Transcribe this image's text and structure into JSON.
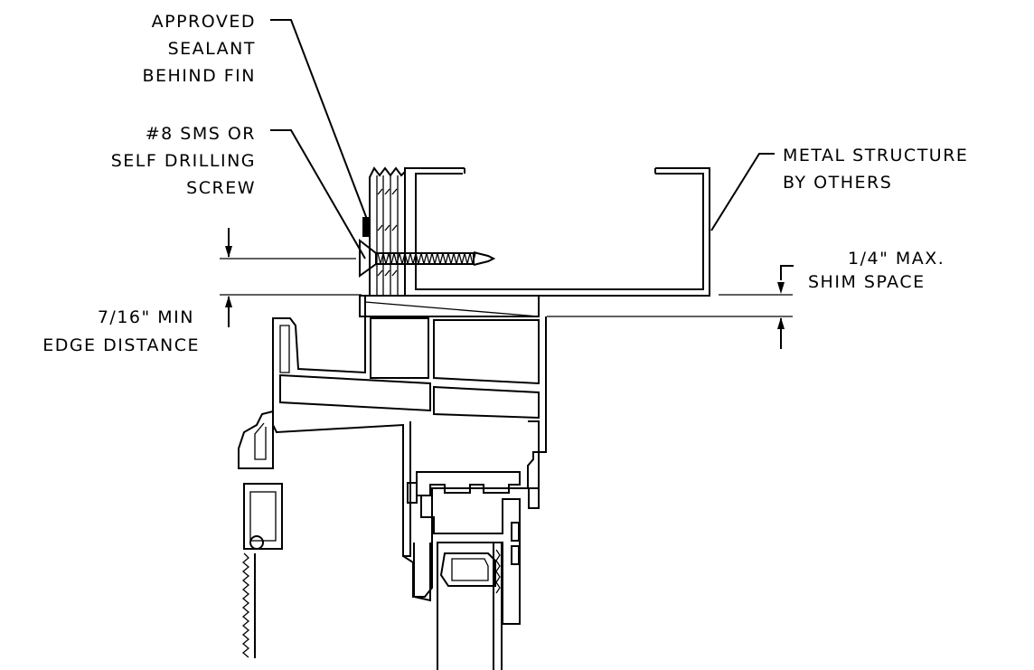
{
  "notes": {
    "sealant": [
      "APPROVED",
      "SEALANT",
      "BEHIND FIN"
    ],
    "screw": [
      "#8 SMS OR",
      "SELF DRILLING",
      "SCREW"
    ],
    "metal_structure": [
      "METAL STRUCTURE",
      "BY OTHERS"
    ],
    "shim_space": [
      "1/4\" MAX.",
      "SHIM SPACE"
    ],
    "edge_distance": [
      "7/16\" MIN",
      "EDGE DISTANCE"
    ]
  }
}
